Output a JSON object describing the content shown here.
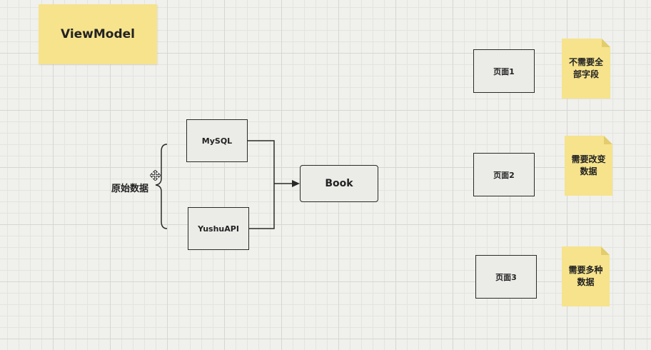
{
  "title": "ViewModel",
  "source_label": "原始数据",
  "sources": [
    {
      "label": "MySQL"
    },
    {
      "label": "YushuAPI"
    }
  ],
  "target": {
    "label": "Book"
  },
  "pages": [
    {
      "label": "页面1",
      "note_lines": [
        "不需要全",
        "部字段"
      ]
    },
    {
      "label": "页面2",
      "note_lines": [
        "需要改变",
        "数据"
      ]
    },
    {
      "label": "页面3",
      "note_lines": [
        "需要多种",
        "数据"
      ]
    }
  ],
  "colors": {
    "note": "#f6e38c",
    "box_fill": "#ebebe8",
    "stroke": "#2a2a2a"
  },
  "icons": {
    "cursor": "move-cursor-icon"
  }
}
